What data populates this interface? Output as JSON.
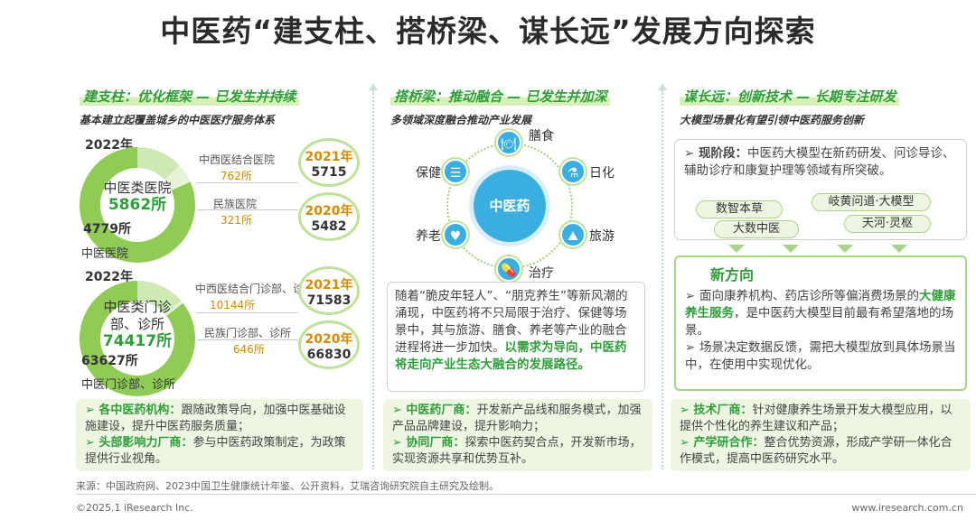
{
  "title": "中医药“建支柱、搭桥梁、谋长远”发展方向探索",
  "col1": {
    "heading": "建支柱：优化框架 — 已发生并持续",
    "subheading": "基本建立起覆盖城乡的中医医疗服务体系",
    "hospital": {
      "year": "2022年",
      "center_label": "中医类医院",
      "center_value": "5862所",
      "tcm_value": "4779所",
      "tcm_label": "中医医院",
      "integrated_label": "中西医结合医院",
      "integrated_value": "762所",
      "ethnic_label": "民族医院",
      "ethnic_value": "321所",
      "badge1_year": "2021年",
      "badge1_value": "5715",
      "badge2_year": "2020年",
      "badge2_value": "5482"
    },
    "clinic": {
      "year": "2022年",
      "center_label": "中医类门诊部、诊所",
      "center_value": "74417所",
      "tcm_value": "63627所",
      "tcm_label": "中医门诊部、诊所",
      "integrated_label": "中西医结合门诊部、诊所",
      "integrated_value": "10144所",
      "ethnic_label": "民族门诊部、诊所",
      "ethnic_value": "646所",
      "badge1_year": "2021年",
      "badge1_value": "71583",
      "badge2_year": "2020年",
      "badge2_value": "66830"
    },
    "bullets": [
      {
        "key": "各中医药机构：",
        "text": "跟随政策导向，加强中医基础设施建设，提升中医药服务质量；"
      },
      {
        "key": "头部影响力厂商：",
        "text": "参与中医药政策制定，为政策提供行业视角。"
      }
    ]
  },
  "col2": {
    "heading": "搭桥梁：推动融合 — 已发生并加深",
    "subheading": "多领域深度融合推动产业发展",
    "center": "中医药",
    "nodes": {
      "food": "膳食",
      "daily": "日化",
      "travel": "旅游",
      "treat": "治疗",
      "elder": "养老",
      "health": "保健"
    },
    "paragraph": "随着“脆皮年轻人”、“朋克养生”等新风潮的涌现，中医药将不只局限于治疗、保健等场景中，其与旅游、膳食、养老等产业的融合进程将进一步加快。",
    "paragraph_hl": "以需求为导向，中医药将走向产业生态大融合的发展路径。",
    "bullets": [
      {
        "key": "中医药厂商：",
        "text": "开发新产品线和服务模式，加强产品品牌建设，提升影响力；"
      },
      {
        "key": "协同厂商：",
        "text": "探索中医药契合点，开发新市场，实现资源共享和优势互补。"
      }
    ]
  },
  "col3": {
    "heading": "谋长远：创新技术 — 长期专注研发",
    "subheading": "大模型场景化有望引领中医药服务创新",
    "current_key": "现阶段：",
    "current_text": "中医药大模型在新药研发、问诊导诊、辅助诊疗和康复护理等领域有所突破。",
    "pills": [
      "数智本草",
      "岐黄问道·大模型",
      "大数中医",
      "天河·灵枢"
    ],
    "new_title": "新方向",
    "new_b1_pre": "面向康养机构、药店诊所等偏消费场景的",
    "new_b1_hl": "大健康养生服务",
    "new_b1_post": "，是中医药大模型目前最有希望落地的场景。",
    "new_b2": "场景决定数据反馈，需把大模型放到具体场景当中，在使用中实现优化。",
    "bullets": [
      {
        "key": "技术厂商：",
        "text": "针对健康养生场景开发大模型应用，以提供个性化的养生建议和产品；"
      },
      {
        "key": "产学研合作：",
        "text": "整合优势资源，形成产学研一体化合作模式，提高中医药研究水平。"
      }
    ]
  },
  "source": "来源：中国政府网、2023中国卫生健康统计年鉴、公开资料，艾瑞咨询研究院自主研究及绘制。",
  "copyright": "©2025.1 iResearch Inc.",
  "website": "www.iresearch.com.cn",
  "colors": {
    "green": "#2f9e3a",
    "light_green": "#bfe29a",
    "orange": "#d68a00",
    "blue": "#3aaee0"
  }
}
